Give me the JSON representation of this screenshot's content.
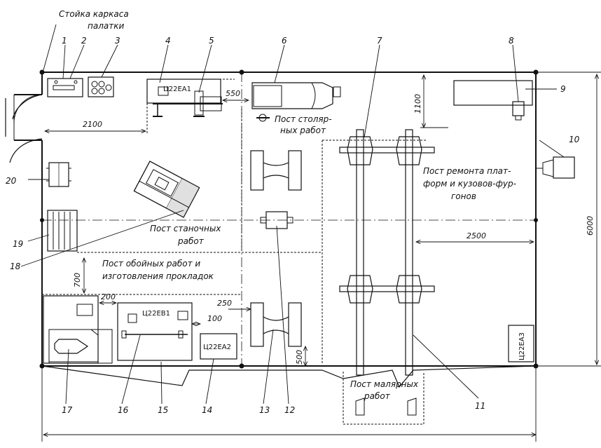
{
  "labels": {
    "frame_title_line1": "Стойка каркаса",
    "frame_title_line2": "палатки",
    "post_carpentry_line1": "Пост столяр-",
    "post_carpentry_line2": "ных работ",
    "post_platform_line1": "Пост ремонта плат-",
    "post_platform_line2": "форм и кузовов-фур-",
    "post_platform_line3": "гонов",
    "post_machine_line1": "Пост станочных",
    "post_machine_line2": "работ",
    "post_upholstery_line1": "Пост обойных работ и",
    "post_upholstery_line2": "изготовления прокладок",
    "post_paint_line1": "Пост малярных",
    "post_paint_line2": "работ"
  },
  "codes": {
    "c4": "Ц22ЕА1",
    "c16": "Ц22ЕВ1",
    "c14": "Ц22ЕА2",
    "c11": "Ц22ЕА3"
  },
  "dimensions": {
    "d2100": "2100",
    "d550": "550",
    "d1100": "1100",
    "d2500": "2500",
    "d6000": "6000",
    "d700": "700",
    "d200": "200",
    "d250": "250",
    "d100": "100",
    "d500": "500"
  },
  "callouts": [
    "1",
    "2",
    "3",
    "4",
    "5",
    "6",
    "7",
    "8",
    "9",
    "10",
    "11",
    "12",
    "13",
    "14",
    "15",
    "16",
    "17",
    "18",
    "19",
    "20"
  ]
}
